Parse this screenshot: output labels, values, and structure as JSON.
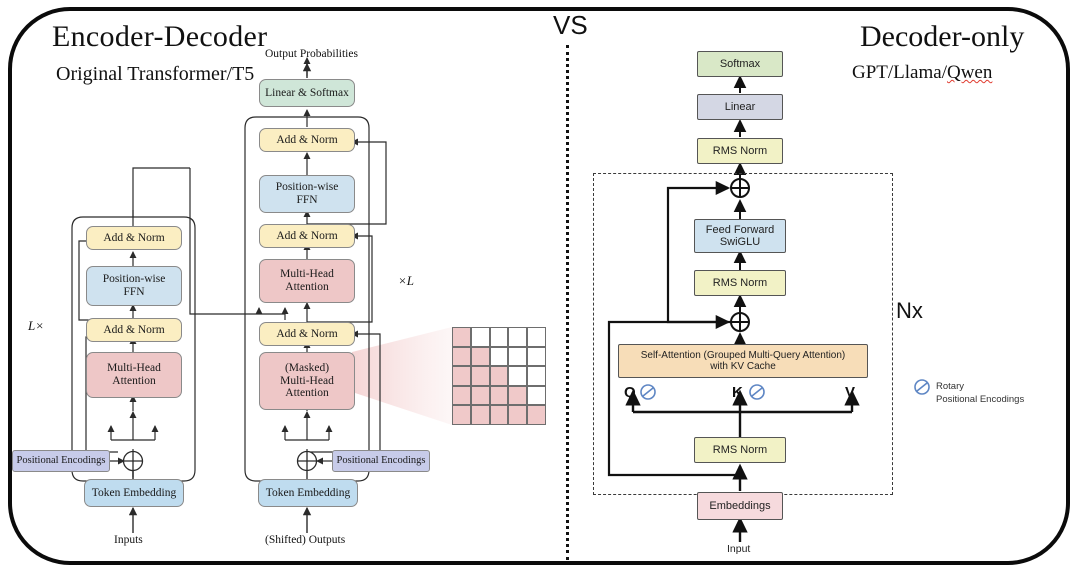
{
  "diagram": {
    "center_separator_label": "VS",
    "left_panel": {
      "title": "Encoder-Decoder",
      "subtitle": "Original Transformer/T5",
      "top_output_label": "Output Probabilities",
      "stack_repeat_left": "L×",
      "stack_repeat_right": "×L",
      "encoder_blocks": [
        {
          "label": "Add & Norm",
          "color": "#fbeec2"
        },
        {
          "label": "Position-wise\nFFN",
          "color": "#cfe2ef"
        },
        {
          "label": "Add & Norm",
          "color": "#fbeec2"
        },
        {
          "label": "Multi-Head\nAttention",
          "color": "#eec7c7"
        }
      ],
      "decoder_blocks": [
        {
          "label": "Linear & Softmax",
          "color": "#cfe6d8"
        },
        {
          "label": "Add & Norm",
          "color": "#fbeec2"
        },
        {
          "label": "Position-wise\nFFN",
          "color": "#cfe2ef"
        },
        {
          "label": "Add & Norm",
          "color": "#fbeec2"
        },
        {
          "label": "Multi-Head\nAttention",
          "color": "#eec7c7"
        },
        {
          "label": "Add & Norm",
          "color": "#fbeec2"
        },
        {
          "label": "(Masked)\nMulti-Head\nAttention",
          "color": "#eec7c7"
        }
      ],
      "encoder_block_labels": {
        "add_norm_top": "Add & Norm",
        "ffn": "Position-wise",
        "ffn2": "FFN",
        "add_norm_bottom": "Add & Norm",
        "mha_1": "Multi-Head",
        "mha_2": "Attention"
      },
      "decoder_block_labels": {
        "linear_softmax": "Linear & Softmax",
        "add_norm_1": "Add & Norm",
        "ffn_1": "Position-wise",
        "ffn_2": "FFN",
        "add_norm_2": "Add & Norm",
        "mha_1": "Multi-Head",
        "mha_2": "Attention",
        "add_norm_3": "Add & Norm",
        "masked_1": "(Masked)",
        "masked_2": "Multi-Head",
        "masked_3": "Attention"
      },
      "positional_encoding_left": "Positional Encodings",
      "positional_encoding_right": "Positional Encodings",
      "token_embedding_left": "Token Embedding",
      "token_embedding_right": "Token Embedding",
      "input_label": "Inputs",
      "output_label": "(Shifted) Outputs",
      "add_symbol": "⊕"
    },
    "mask_matrix": {
      "rows": 5,
      "cols": 5,
      "description": "causal lower-triangular attention mask",
      "filled_color": "#f0c9c9",
      "empty_color": "#ffffff",
      "pattern": [
        [
          1,
          0,
          0,
          0,
          0
        ],
        [
          1,
          1,
          0,
          0,
          0
        ],
        [
          1,
          1,
          1,
          0,
          0
        ],
        [
          1,
          1,
          1,
          1,
          0
        ],
        [
          1,
          1,
          1,
          1,
          1
        ]
      ]
    },
    "right_panel": {
      "title": "Decoder-only",
      "subtitle_prefix": "GPT/Llama/",
      "subtitle_spellcheck_word": "Qwen",
      "repeat_label": "Nx",
      "blocks": [
        {
          "label": "Softmax",
          "color": "#d9e8c7"
        },
        {
          "label": "Linear",
          "color": "#d4d7e4"
        },
        {
          "label": "RMS Norm",
          "color": "#f2f2c6"
        },
        {
          "label": "Feed Forward\nSwiGLU",
          "color": "#cfe2ef"
        },
        {
          "label": "RMS Norm",
          "color": "#f2f2c6"
        },
        {
          "label": "Self-Attention (Grouped Multi-Query Attention)\nwith KV Cache",
          "color": "#f7ddb8"
        },
        {
          "label": "RMS Norm",
          "color": "#f2f2c6"
        },
        {
          "label": "Embeddings",
          "color": "#f6dadd"
        }
      ],
      "block_labels": {
        "softmax": "Softmax",
        "linear": "Linear",
        "rms_norm_top": "RMS Norm",
        "feed_forward_1": "Feed Forward",
        "feed_forward_2": "SwiGLU",
        "rms_norm_mid": "RMS Norm",
        "self_attention_1": "Self-Attention (Grouped Multi-Query Attention)",
        "self_attention_2": "with KV Cache",
        "rms_norm_bottom": "RMS Norm",
        "embeddings": "Embeddings"
      },
      "qkv": {
        "q": "Q",
        "k": "K",
        "v": "V"
      },
      "input_label": "Input",
      "legend": {
        "icon": "rotary-positional-encoding-icon",
        "line1": "Rotary",
        "line2": "Positional Encodings"
      },
      "add_symbol": "⊕"
    }
  }
}
